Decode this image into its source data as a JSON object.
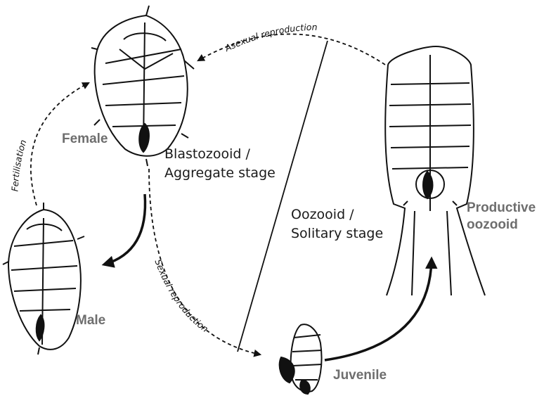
{
  "labels": {
    "female": "Female",
    "male": "Male",
    "juvenile": "Juvenile",
    "productive_oozooid_line1": "Productive",
    "productive_oozooid_line2": "oozooid",
    "blastozooid_line1": "Blastozooid /",
    "blastozooid_line2": "Aggregate stage",
    "oozooid_line1": "Oozooid /",
    "oozooid_line2": "Solitary stage"
  },
  "arrows": {
    "asexual": "Asexual reproduction",
    "fertilisation": "Fertilisation",
    "sexual": "Sexual reproduction"
  },
  "colors": {
    "line": "#111111",
    "label_gray": "#6e6e6e"
  }
}
